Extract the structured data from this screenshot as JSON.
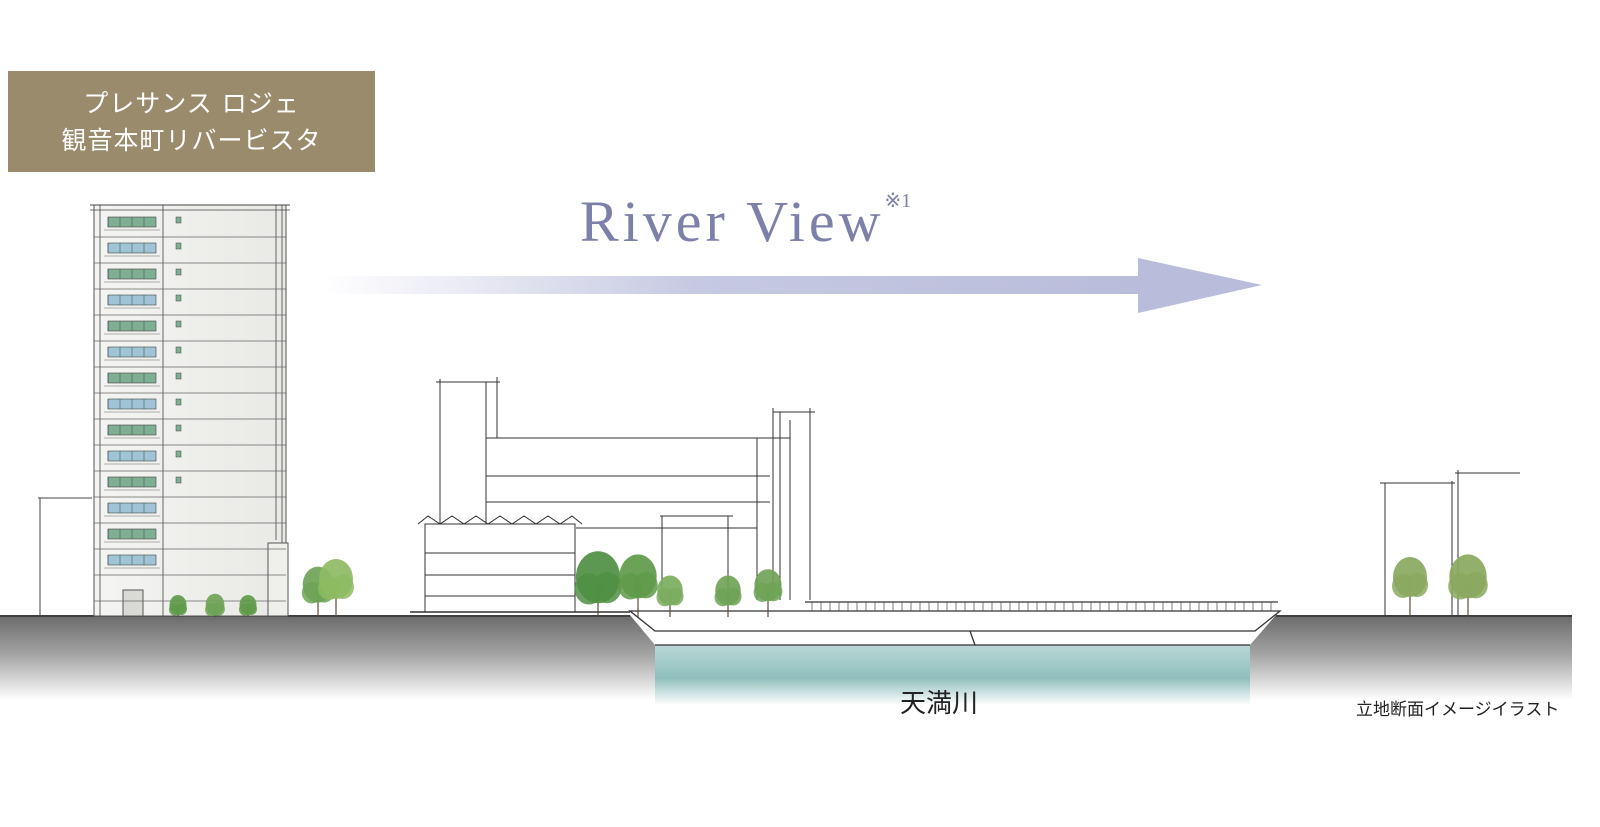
{
  "property": {
    "name_line1": "プレサンス ロジェ",
    "name_line2": "観音本町リバービスタ"
  },
  "headline": {
    "text": "River View",
    "note_mark": "※1"
  },
  "river": {
    "label": "天満川"
  },
  "caption": "立地断面イメージイラスト",
  "colors": {
    "name_box_bg": "#9a8b6d",
    "headline_text": "#7d80a8",
    "arrow": "#b9bcdb",
    "ground": "#707070",
    "water": "#9fc7c7",
    "tree": "#5f9a4a"
  }
}
